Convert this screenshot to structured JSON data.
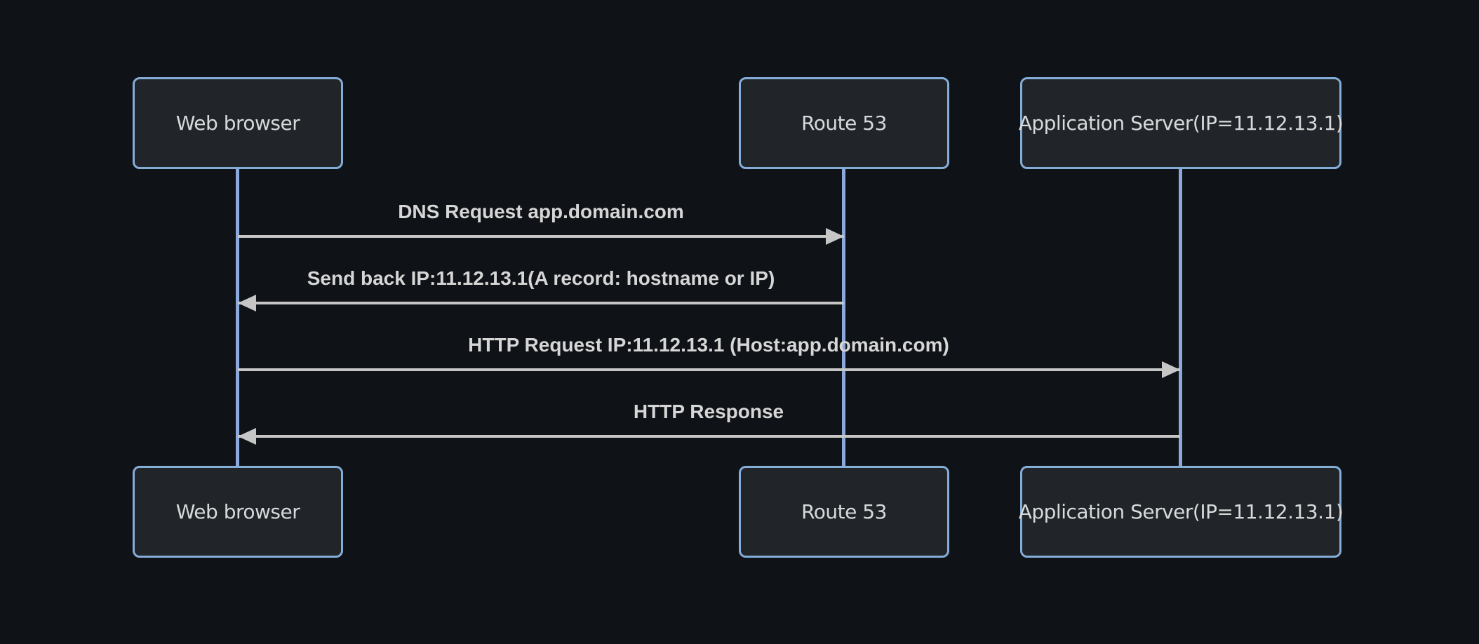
{
  "diagram": {
    "type": "sequence",
    "theme": "dark",
    "colors": {
      "background": "#0f1216",
      "actor_fill": "#212529",
      "actor_border": "#84add8",
      "actor_text": "#d8d9da",
      "lifeline": "#8ba9da",
      "arrow": "#c6c6c6",
      "message_text": "#d6d6d6"
    },
    "actors": [
      {
        "id": "web-browser",
        "label": "Web browser"
      },
      {
        "id": "route-53",
        "label": "Route 53"
      },
      {
        "id": "app-server",
        "label": "Application Server(IP=11.12.13.1)"
      }
    ],
    "messages": [
      {
        "from": "web-browser",
        "to": "route-53",
        "direction": "right",
        "arrow_style": "solid-filled",
        "label": "DNS Request app.domain.com"
      },
      {
        "from": "route-53",
        "to": "web-browser",
        "direction": "left",
        "arrow_style": "solid-filled",
        "label": "Send back IP:11.12.13.1(A record: hostname or IP)"
      },
      {
        "from": "web-browser",
        "to": "app-server",
        "direction": "right",
        "arrow_style": "solid-filled",
        "label": "HTTP Request IP:11.12.13.1 (Host:app.domain.com)"
      },
      {
        "from": "app-server",
        "to": "web-browser",
        "direction": "left",
        "arrow_style": "solid-filled",
        "label": "HTTP Response"
      }
    ]
  }
}
